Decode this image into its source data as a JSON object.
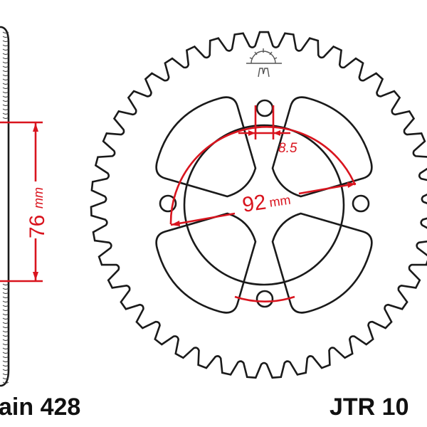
{
  "dimensions": {
    "hub_diameter": "76",
    "hub_unit": "mm",
    "pcd": "92",
    "pcd_unit": "mm",
    "bolt_hole": "8.5"
  },
  "labels": {
    "chain": "ain 428",
    "part_number": "JTR 10"
  },
  "colors": {
    "dimension": "#d9141e",
    "outline": "#1a1a1a"
  },
  "sprocket": {
    "teeth": 43,
    "bolt_holes": 4
  }
}
